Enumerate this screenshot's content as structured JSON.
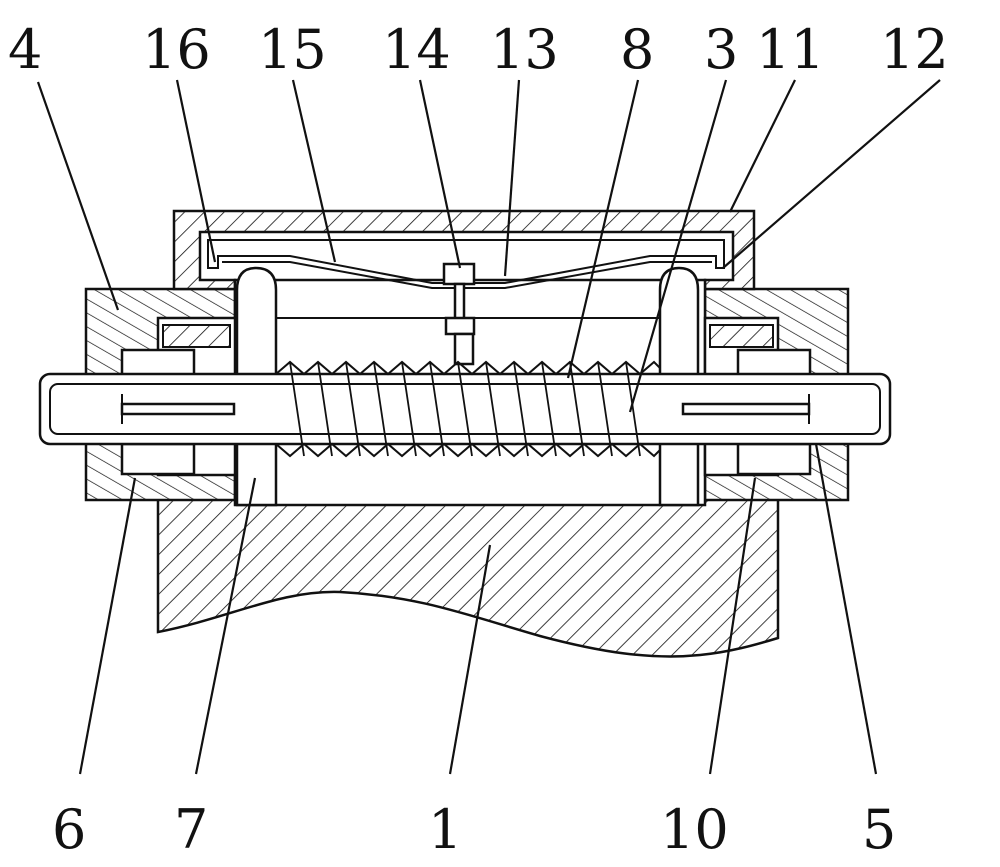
{
  "figure": {
    "colors": {
      "line": "#111111",
      "background": "#ffffff"
    },
    "callouts": [
      {
        "id": "c4",
        "text": "4"
      },
      {
        "id": "c16",
        "text": "16"
      },
      {
        "id": "c15",
        "text": "15"
      },
      {
        "id": "c14",
        "text": "14"
      },
      {
        "id": "c13",
        "text": "13"
      },
      {
        "id": "c8",
        "text": "8"
      },
      {
        "id": "c3",
        "text": "3"
      },
      {
        "id": "c11",
        "text": "11"
      },
      {
        "id": "c12",
        "text": "12"
      },
      {
        "id": "c6",
        "text": "6"
      },
      {
        "id": "c7",
        "text": "7"
      },
      {
        "id": "c1",
        "text": "1"
      },
      {
        "id": "c10",
        "text": "10"
      },
      {
        "id": "c5",
        "text": "5"
      }
    ]
  }
}
